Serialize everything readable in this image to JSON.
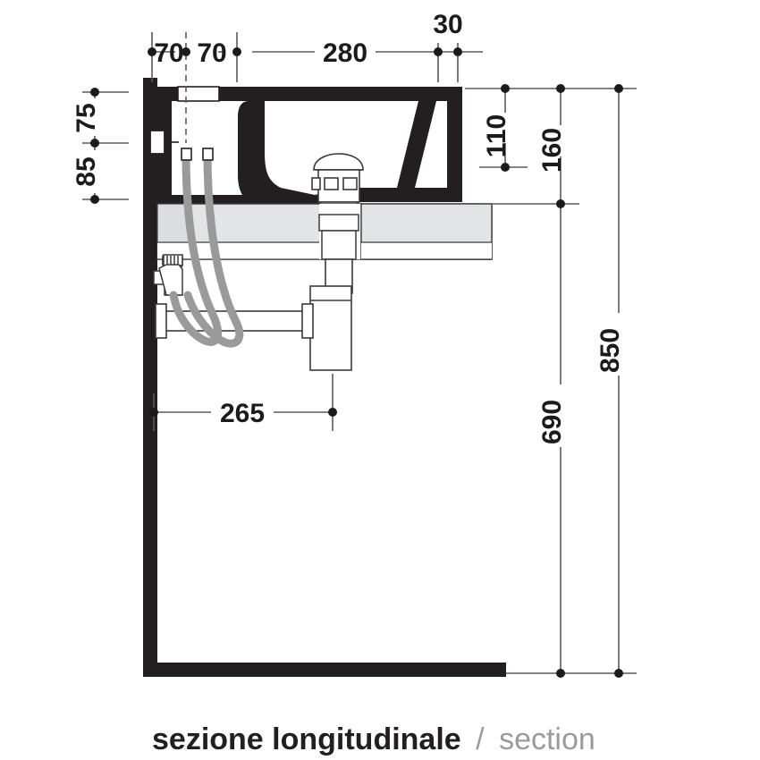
{
  "drawing": {
    "title_bold": "sezione longitudinale",
    "title_sep": "/",
    "title_light": "section",
    "colors": {
      "ink": "#1b1b1b",
      "wall": "#231f20",
      "dim_line": "#5a5a5a",
      "counter_fill": "#e3e4e6",
      "hose": "#9a9a9a",
      "pipe_stroke": "#3a3a3a",
      "caption_light": "#9b9b9b",
      "background": "#ffffff"
    },
    "units": "mm"
  },
  "dimensions": {
    "top_chain": [
      {
        "name": "wall-to-tap-axis",
        "label": "70"
      },
      {
        "name": "tap-axis-to-bowl-rim",
        "label": "70"
      },
      {
        "name": "bowl-inner-length",
        "label": "280"
      },
      {
        "name": "bowl-front-wall",
        "label": "30"
      }
    ],
    "left_chain": [
      {
        "name": "rim-to-tap-hole",
        "label": "75"
      },
      {
        "name": "tap-hole-to-bowl-bottom",
        "label": "85"
      }
    ],
    "right_chain": [
      {
        "name": "basin-body-height",
        "label": "110"
      },
      {
        "name": "basin-total-height",
        "label": "160"
      },
      {
        "name": "floor-to-basin-underside",
        "label": "690"
      },
      {
        "name": "floor-to-basin-top",
        "label": "850"
      }
    ],
    "bottom_chain": [
      {
        "name": "wall-to-trap-axis",
        "label": "265"
      }
    ]
  },
  "components": [
    {
      "name": "wall",
      "label": "wall"
    },
    {
      "name": "floor",
      "label": "floor"
    },
    {
      "name": "washbasin",
      "label": "washbasin"
    },
    {
      "name": "counter-panel",
      "label": "counter panel"
    },
    {
      "name": "drain-fitting",
      "label": "drain fitting"
    },
    {
      "name": "waste-pipe",
      "label": "waste pipe"
    },
    {
      "name": "bottle-trap",
      "label": "bottle trap"
    },
    {
      "name": "angle-valve",
      "label": "angle valve"
    },
    {
      "name": "supply-hose-hot",
      "label": "supply hose"
    },
    {
      "name": "supply-hose-cold",
      "label": "supply hose"
    }
  ]
}
